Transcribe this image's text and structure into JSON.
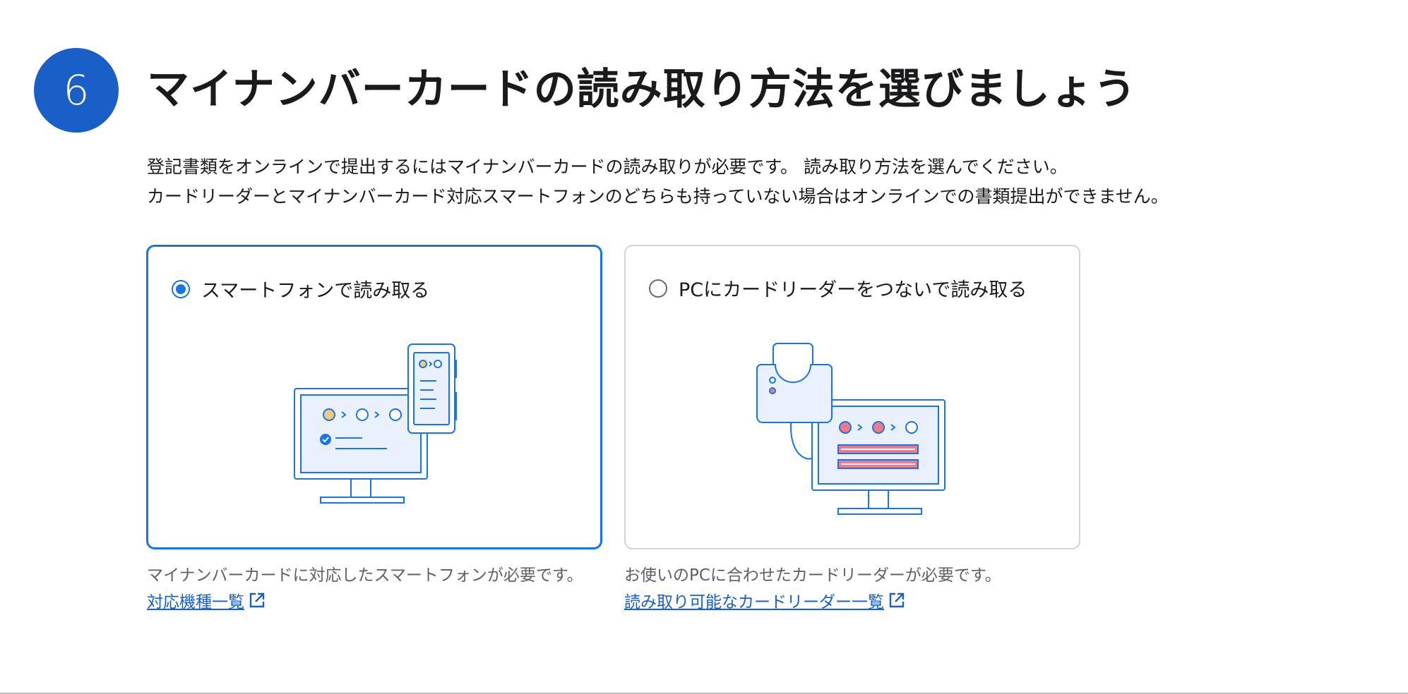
{
  "step": {
    "number": "6",
    "title": "マイナンバーカードの読み取り方法を選びましょう"
  },
  "description": {
    "line1": "登記書類をオンラインで提出するにはマイナンバーカードの読み取りが必要です。 読み取り方法を選んでください。",
    "line2": "カードリーダーとマイナンバーカード対応スマートフォンのどちらも持っていない場合はオンラインでの書類提出ができません。"
  },
  "options": [
    {
      "label": "スマートフォンで読み取る",
      "selected": true,
      "note": "マイナンバーカードに対応したスマートフォンが必要です。",
      "link_label": "対応機種一覧",
      "link_icon": "external-link-icon"
    },
    {
      "label": "PCにカードリーダーをつないで読み取る",
      "selected": false,
      "note": "お使いのPCに合わせたカードリーダーが必要です。",
      "link_label": "読み取り可能なカードリーダー一覧",
      "link_icon": "external-link-icon"
    }
  ],
  "colors": {
    "accent": "#1a73e8",
    "badge": "#1a5fc8",
    "illustration_fill": "#e8f1fd",
    "illustration_stroke": "#1a73e8",
    "highlight_yellow": "#f4c97a",
    "highlight_red": "#f07a8a"
  }
}
